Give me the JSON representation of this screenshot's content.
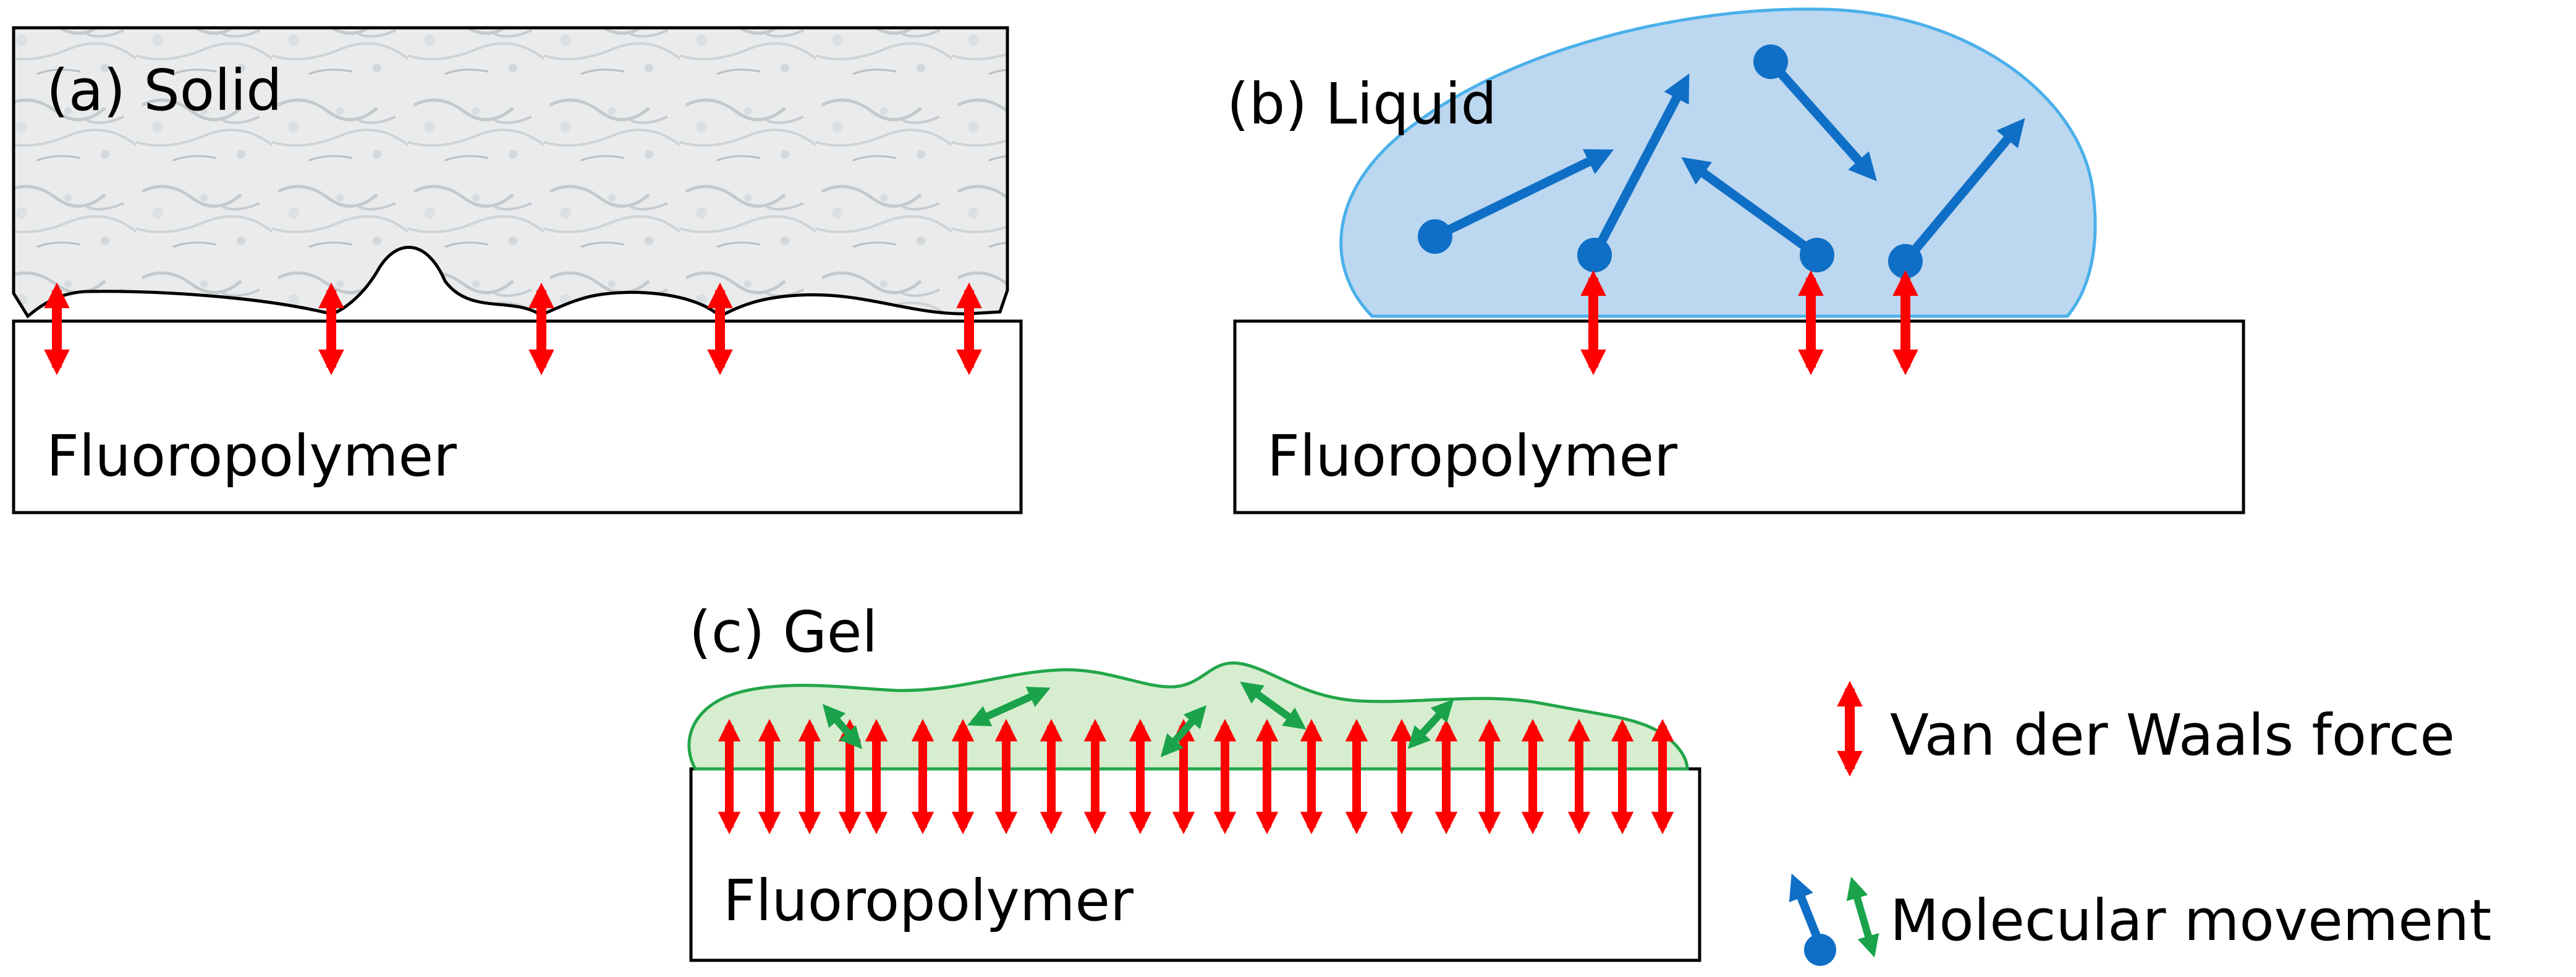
{
  "panels": {
    "a": {
      "label": "(a) Solid",
      "substrate": "Fluoropolymer"
    },
    "b": {
      "label": "(b) Liquid",
      "substrate": "Fluoropolymer"
    },
    "c": {
      "label": "(c) Gel",
      "substrate": "Fluoropolymer"
    }
  },
  "legend": {
    "vdw": "Van der Waals force",
    "movement": "Molecular movement"
  },
  "colors": {
    "vdw_arrow": "#ff0000",
    "liquid_molecule": "#0f6fc6",
    "gel_molecule": "#1aa34a",
    "liquid_fill": "#bcd7f0",
    "liquid_edge": "#4ab0ea",
    "gel_fill": "#d7edcf",
    "gel_edge": "#22a64a",
    "solid_fill": "#e9ebec"
  }
}
